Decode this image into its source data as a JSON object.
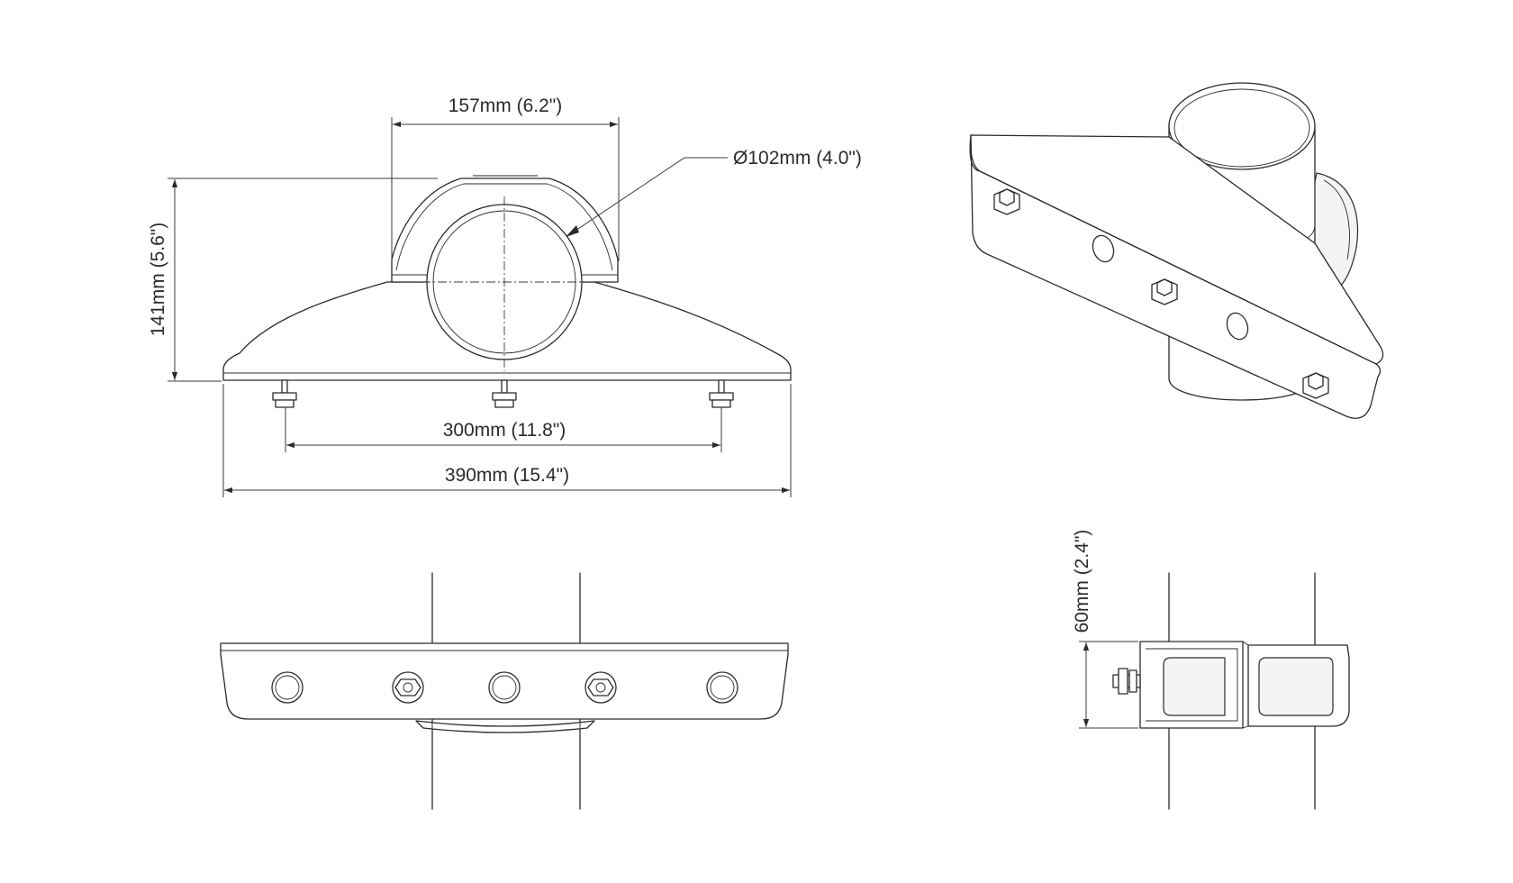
{
  "dimensions": {
    "clamp_width": "157mm (6.2\")",
    "pipe_diameter": "Ø102mm (4.0\")",
    "height": "141mm (5.6\")",
    "bolt_spacing": "300mm (11.8\")",
    "overall_width": "390mm (15.4\")",
    "side_thickness": "60mm (2.4\")"
  },
  "views": [
    "front-view",
    "isometric-view",
    "top-view",
    "side-view"
  ],
  "colors": {
    "line": "#2b2b2b",
    "background": "#ffffff"
  }
}
